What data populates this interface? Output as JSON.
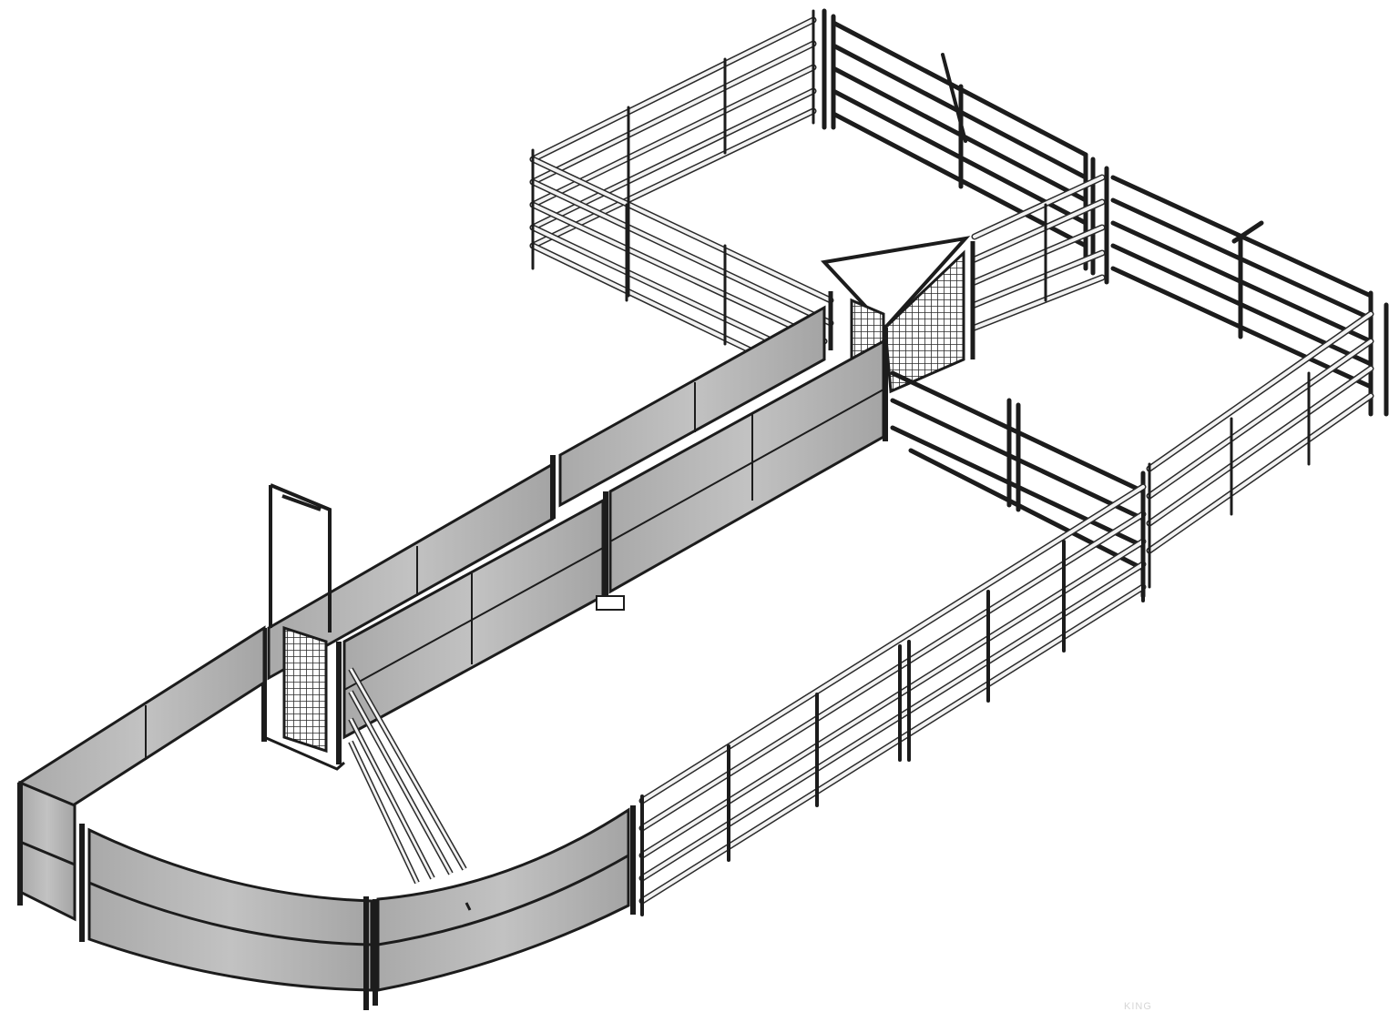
{
  "colors": {
    "background": "#ffffff",
    "steel_outline": "#1c1c1c",
    "rail_fill": "#ececec",
    "sheet_panel": "#b3b3b3",
    "sheet_panel_dark": "#9c9c9c",
    "mesh": "#2a2a2a"
  },
  "parts": [
    {
      "name": "top-left-rail-pen",
      "kind": "rail-panel"
    },
    {
      "name": "top-right-gate",
      "kind": "gate"
    },
    {
      "name": "forcing-pen-mesh-gate",
      "kind": "mesh-gate"
    },
    {
      "name": "right-rail-pen",
      "kind": "rail-panel"
    },
    {
      "name": "solid-sided-race",
      "kind": "sheet-panel"
    },
    {
      "name": "sliding-mesh-gate",
      "kind": "mesh-gate"
    },
    {
      "name": "curved-crowd-pen",
      "kind": "sheet-panel"
    },
    {
      "name": "front-rail-fence",
      "kind": "rail-panel"
    }
  ],
  "watermark": "KING"
}
